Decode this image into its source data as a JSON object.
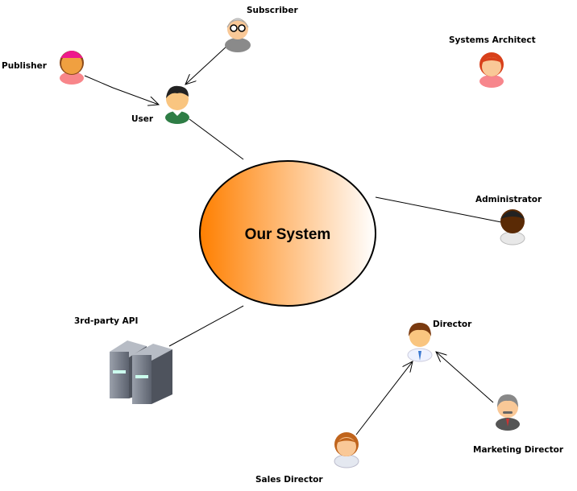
{
  "system": {
    "label": "Our System",
    "fill_start": "#ff8000",
    "fill_end": "#ffffff"
  },
  "actors": {
    "subscriber": {
      "label": "Subscriber",
      "icon": "old-man-glasses-icon"
    },
    "publisher": {
      "label": "Publisher",
      "icon": "woman-pink-icon"
    },
    "user": {
      "label": "User",
      "icon": "man-green-icon"
    },
    "systems_architect": {
      "label": "Systems Architect",
      "icon": "woman-red-hair-icon"
    },
    "administrator": {
      "label": "Administrator",
      "icon": "man-dark-icon"
    },
    "api": {
      "label": "3rd-party API",
      "icon": "server-icon"
    },
    "director": {
      "label": "Director",
      "icon": "man-tie-icon"
    },
    "sales_director": {
      "label": "Sales Director",
      "icon": "woman-brown-hair-icon"
    },
    "marketing_director": {
      "label": "Marketing Director",
      "icon": "man-gray-mustache-icon"
    }
  }
}
